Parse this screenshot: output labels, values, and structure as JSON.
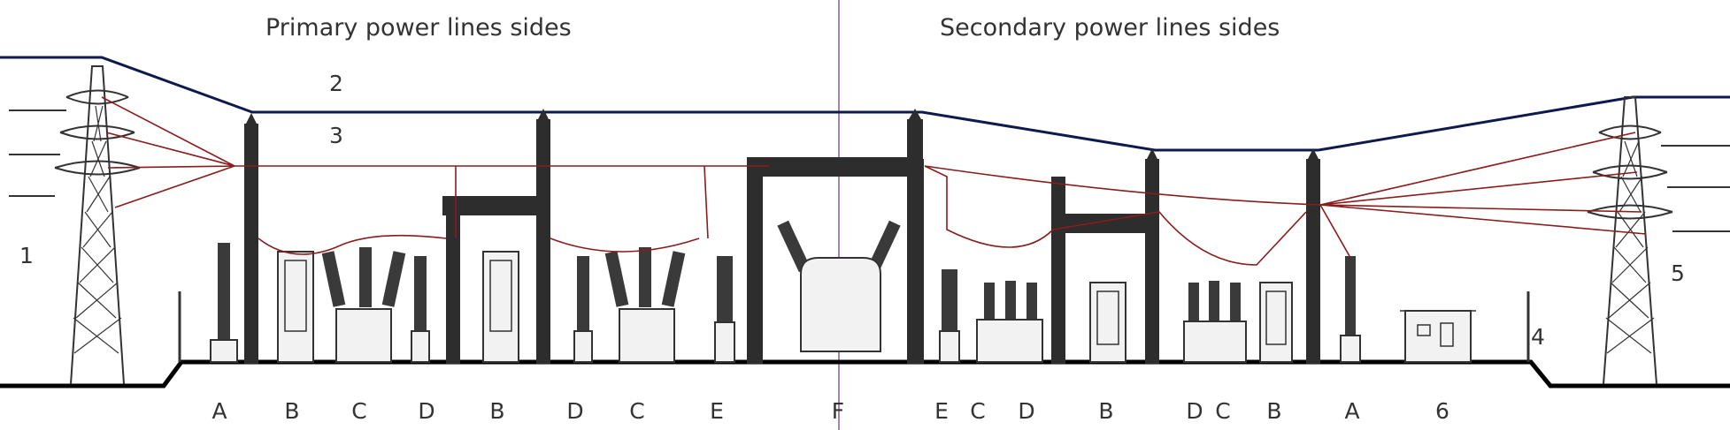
{
  "headings": {
    "primary": "Primary power lines sides",
    "secondary": "Secondary power lines sides"
  },
  "numbers": {
    "n1": "1",
    "n2": "2",
    "n3": "3",
    "n4": "4",
    "n5": "5",
    "n6": "6"
  },
  "bottom_labels": [
    "A",
    "B",
    "C",
    "D",
    "B",
    "D",
    "C",
    "E",
    "F",
    "E",
    "C",
    "D",
    "B",
    "D",
    "C",
    "B",
    "A",
    "6"
  ],
  "colors": {
    "conductor": "#8a1c1c",
    "shield_wire": "#0e1a4e",
    "ground": "#000000",
    "divider": "#8a5a9a"
  }
}
